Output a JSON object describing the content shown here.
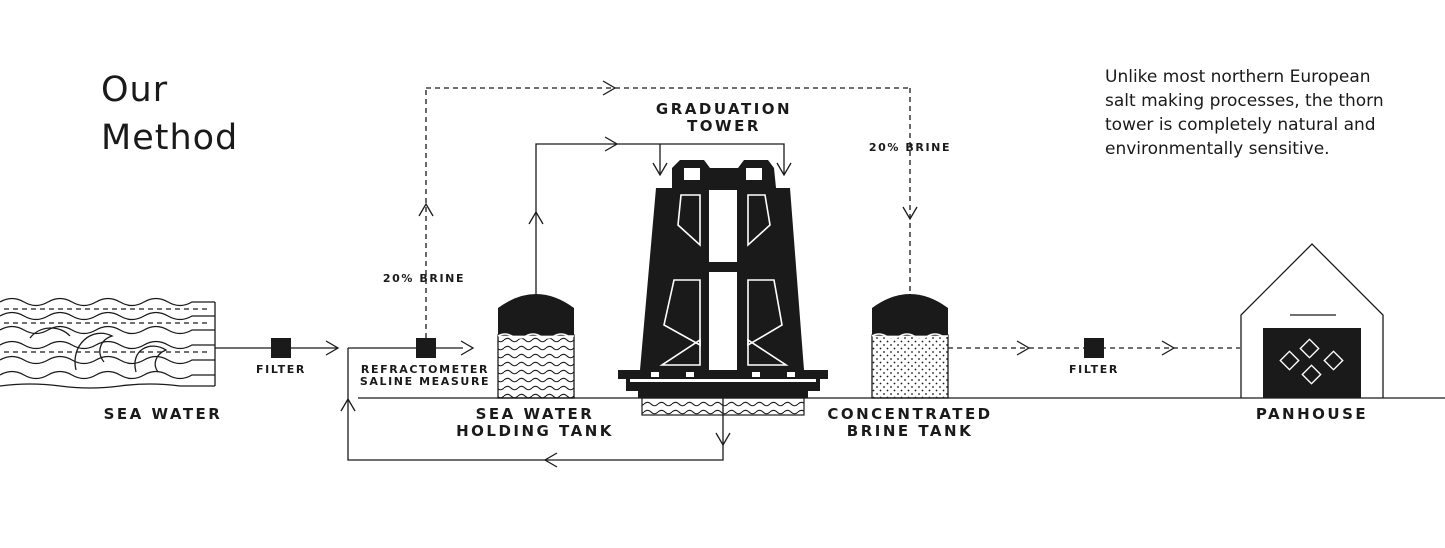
{
  "heading": {
    "line1": "Our",
    "line2": "Method"
  },
  "intro": "Unlike most northern European salt making processes, the thorn tower is completely natural and environmentally sensitive.",
  "labels": {
    "sea_water": "SEA WATER",
    "filter_1": "FILTER",
    "refractometer_1": "REFRACTOMETER",
    "refractometer_2": "SALINE MEASURE",
    "brine_left": "20% BRINE",
    "holding_1": "SEA WATER",
    "holding_2": "HOLDING TANK",
    "tower_1": "GRADUATION",
    "tower_2": "TOWER",
    "brine_right": "20% BRINE",
    "concentrated_1": "CONCENTRATED",
    "concentrated_2": "BRINE TANK",
    "filter_2": "FILTER",
    "panhouse": "PANHOUSE"
  },
  "colors": {
    "ink": "#1a1a1a",
    "background": "#ffffff"
  }
}
